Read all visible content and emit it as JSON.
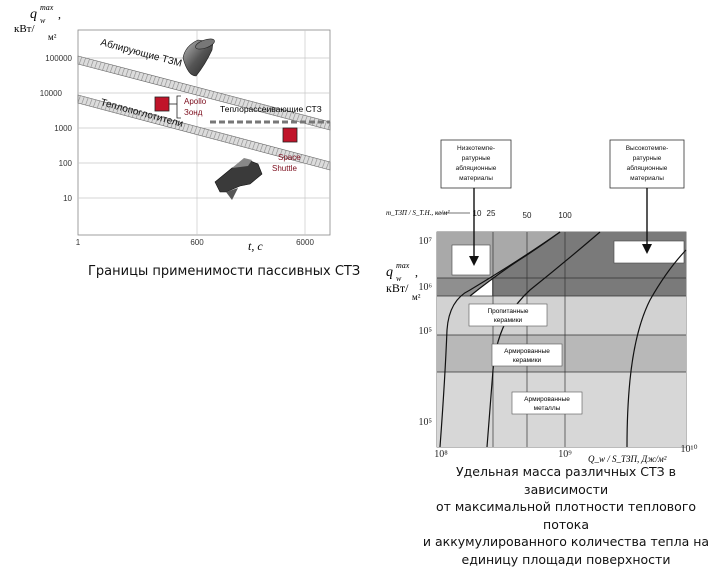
{
  "left_diagram": {
    "y_axis_label_top": "q",
    "y_axis_label_sup": "max",
    "y_axis_label_sub": "w",
    "y_axis_unit_1": "кВт/",
    "y_axis_unit_2": "м²",
    "y_ticks": [
      "100000",
      "10000",
      "1000",
      "100",
      "10"
    ],
    "x_ticks": [
      "1",
      "600",
      "6000"
    ],
    "x_axis_label": "t, c",
    "band_ablating_label": "Аблирующие ТЗМ",
    "band_heatsink_label": "Теплопоглотители",
    "heat_dissipating_label": "Теплорассеивающие СТЗ",
    "apollo_label_1": "Apollo",
    "apollo_label_2": "Зонд",
    "shuttle_label_1": "Space",
    "shuttle_label_2": "Shuttle",
    "caption": "Границы применимости пассивных СТЗ",
    "marker_color": "#c0142a"
  },
  "right_diagram": {
    "callout_left": [
      "Низкотемпе-",
      "ратурные",
      "абляционные",
      "материалы"
    ],
    "callout_right": [
      "Высокотемпе-",
      "ратурные",
      "абляционные",
      "материалы"
    ],
    "top_ratio_label": "m_ТЗП / S_Т.Н., кг/м²",
    "top_ticks": [
      "10",
      "25",
      "50",
      "100"
    ],
    "y_axis_q": "q",
    "y_axis_sup": "max",
    "y_axis_sub": "w",
    "y_axis_unit_1": "кВт/",
    "y_axis_unit_2": "м²",
    "y_ticks": [
      "10⁷",
      "10⁶",
      "10⁵",
      "10⁵"
    ],
    "x_ticks": [
      "10⁸",
      "10⁹",
      "10¹⁰"
    ],
    "x_axis_label": "Q_w / S_ТЗП, Дж/м²",
    "region_1": [
      "Пропитанные",
      "керамики"
    ],
    "region_2": [
      "Армированные",
      "керамики"
    ],
    "region_3": [
      "Армированные",
      "металлы"
    ],
    "caption_lines": [
      "Удельная масса различных СТЗ в зависимости",
      "от максимальной плотности теплового потока",
      "и аккумулированного количества тепла на",
      "единицу площади поверхности"
    ]
  }
}
